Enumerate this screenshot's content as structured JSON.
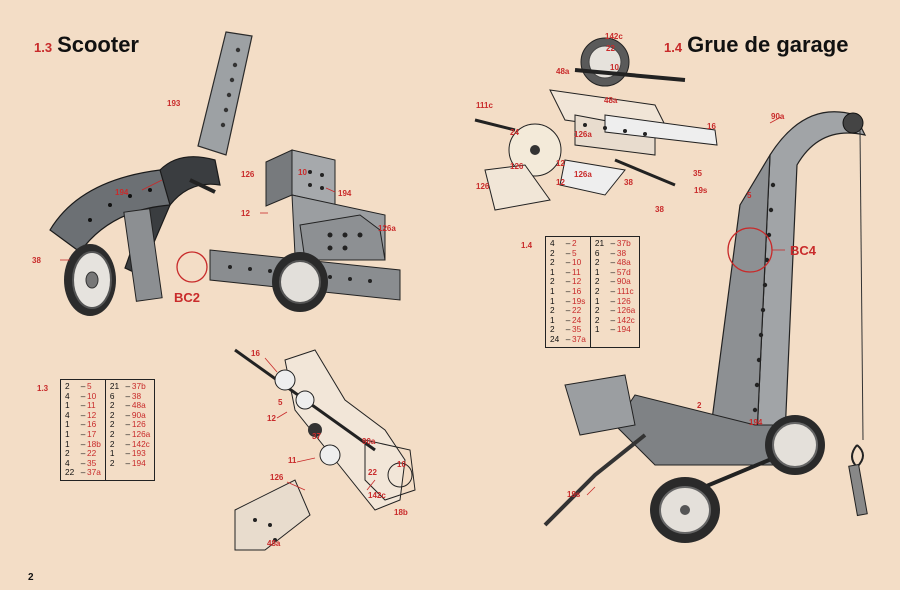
{
  "left": {
    "title_num": "1.3",
    "title": "Scooter",
    "scooter_labels": [
      "193",
      "194",
      "126",
      "10",
      "194",
      "12",
      "126a",
      "38"
    ],
    "bc": "BC2",
    "detail_labels": [
      "16",
      "5",
      "12",
      "37",
      "90a",
      "11",
      "126",
      "22",
      "10",
      "142c",
      "18b",
      "48a"
    ],
    "parts_num": "1.3",
    "parts_col1": [
      {
        "q": "2",
        "p": "5"
      },
      {
        "q": "4",
        "p": "10"
      },
      {
        "q": "1",
        "p": "11"
      },
      {
        "q": "4",
        "p": "12"
      },
      {
        "q": "1",
        "p": "16"
      },
      {
        "q": "1",
        "p": "17"
      },
      {
        "q": "1",
        "p": "18b"
      },
      {
        "q": "2",
        "p": "22"
      },
      {
        "q": "4",
        "p": "35"
      },
      {
        "q": "22",
        "p": "37a"
      }
    ],
    "parts_col2": [
      {
        "q": "21",
        "p": "37b"
      },
      {
        "q": "6",
        "p": "38"
      },
      {
        "q": "2",
        "p": "48a"
      },
      {
        "q": "2",
        "p": "90a"
      },
      {
        "q": "2",
        "p": "126"
      },
      {
        "q": "2",
        "p": "126a"
      },
      {
        "q": "2",
        "p": "142c"
      },
      {
        "q": "1",
        "p": "193"
      },
      {
        "q": "2",
        "p": "194"
      }
    ],
    "page_number": "2"
  },
  "right": {
    "title_num": "1.4",
    "title": "Grue de garage",
    "top_labels": [
      "142c",
      "22",
      "48a",
      "10",
      "111c",
      "48a",
      "24",
      "126a",
      "16",
      "126",
      "12",
      "126a",
      "35",
      "12",
      "38",
      "126",
      "38",
      "19s"
    ],
    "crane_labels": [
      "90a",
      "5",
      "2",
      "194",
      "19s"
    ],
    "bc": "BC4",
    "parts_num": "1.4",
    "parts_col1": [
      {
        "q": "4",
        "p": "2"
      },
      {
        "q": "2",
        "p": "5"
      },
      {
        "q": "2",
        "p": "10"
      },
      {
        "q": "1",
        "p": "11"
      },
      {
        "q": "2",
        "p": "12"
      },
      {
        "q": "1",
        "p": "16"
      },
      {
        "q": "1",
        "p": "19s"
      },
      {
        "q": "2",
        "p": "22"
      },
      {
        "q": "1",
        "p": "24"
      },
      {
        "q": "2",
        "p": "35"
      },
      {
        "q": "24",
        "p": "37a"
      }
    ],
    "parts_col2": [
      {
        "q": "21",
        "p": "37b"
      },
      {
        "q": "6",
        "p": "38"
      },
      {
        "q": "2",
        "p": "48a"
      },
      {
        "q": "1",
        "p": "57d"
      },
      {
        "q": "2",
        "p": "90a"
      },
      {
        "q": "2",
        "p": "111c"
      },
      {
        "q": "1",
        "p": "126"
      },
      {
        "q": "2",
        "p": "126a"
      },
      {
        "q": "2",
        "p": "142c"
      },
      {
        "q": "1",
        "p": "194"
      }
    ]
  },
  "colors": {
    "paper": "#f3ddc6",
    "accent": "#c82a2a",
    "ink": "#111111",
    "metal": "#8a8d90"
  }
}
